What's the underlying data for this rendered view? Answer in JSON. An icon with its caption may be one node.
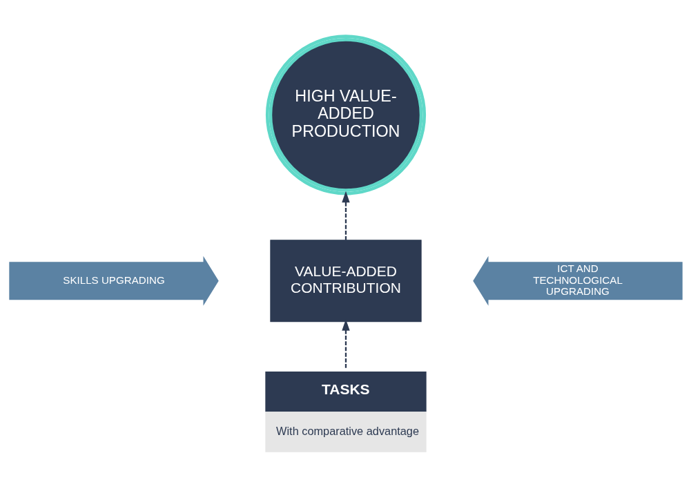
{
  "diagram": {
    "nodes": [
      {
        "text": [
          "HIGH VALUE-ADDED PRODUCTION"
        ]
      },
      {
        "text": [
          "VALUE-ADDED CONTRIBUTION"
        ]
      },
      {
        "text": [
          "SKILLS UPGRADING"
        ]
      },
      {
        "text": [
          "ICT AND TECHNOLOGICAL UPGRADING"
        ]
      },
      {
        "text": [
          "TASKS",
          "With comparative advantage"
        ]
      }
    ],
    "edges": [
      {
        "from": 1,
        "to": 0,
        "arrow": "to",
        "style": "dashed"
      },
      {
        "from": 4,
        "to": 1,
        "arrow": "to",
        "style": "dashed"
      }
    ]
  }
}
